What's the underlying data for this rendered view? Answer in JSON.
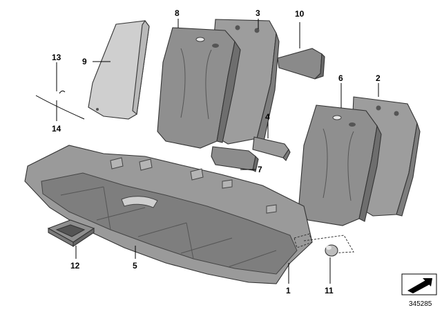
{
  "diagram": {
    "reference_number": "345285",
    "colors": {
      "leather": "#8f8f8f",
      "leather_light": "#b0b0b0",
      "leather_dark": "#6e6e6e",
      "foam": "#c8c8c8",
      "outline": "#333333"
    },
    "callouts": [
      {
        "id": "1",
        "label": "1"
      },
      {
        "id": "2",
        "label": "2"
      },
      {
        "id": "3",
        "label": "3"
      },
      {
        "id": "4",
        "label": "4"
      },
      {
        "id": "5",
        "label": "5"
      },
      {
        "id": "6",
        "label": "6"
      },
      {
        "id": "7",
        "label": "7"
      },
      {
        "id": "8",
        "label": "8"
      },
      {
        "id": "9",
        "label": "9"
      },
      {
        "id": "10",
        "label": "10"
      },
      {
        "id": "11",
        "label": "11"
      },
      {
        "id": "12",
        "label": "12"
      },
      {
        "id": "13",
        "label": "13"
      },
      {
        "id": "14",
        "label": "14"
      }
    ]
  }
}
